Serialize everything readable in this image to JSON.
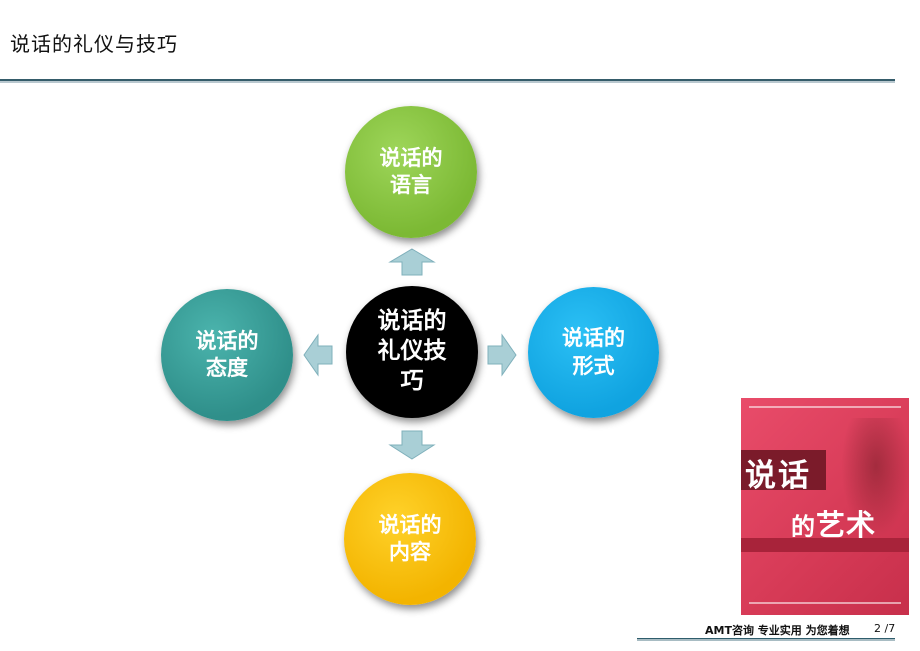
{
  "slide": {
    "title": "说话的礼仪与技巧"
  },
  "diagram": {
    "center": "说话的\n礼仪技\n巧",
    "top": "说话的\n语言",
    "left": "说话的\n态度",
    "right": "说话的\n形式",
    "bottom": "说话的\n内容"
  },
  "book": {
    "title_line1": "说话",
    "title_line2_a": "的",
    "title_line2_b": "艺术"
  },
  "footer": {
    "company": "AMT咨询 专业实用 为您着想",
    "page": "2 /7"
  },
  "colors": {
    "top_circle": "#7cb934",
    "left_circle": "#2f8f8a",
    "right_circle": "#10a3e0",
    "bottom_circle": "#f3b400",
    "center_circle": "#000000",
    "arrow": "#aacdd5",
    "book_cover": "#d63a56"
  }
}
